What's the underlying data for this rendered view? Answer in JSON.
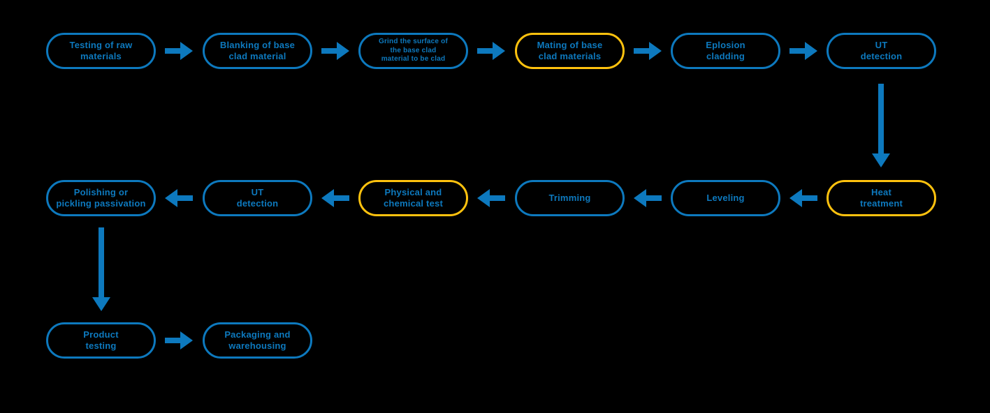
{
  "diagram": {
    "type": "flowchart",
    "background_color": "#000000",
    "colors": {
      "blue": "#0d79be",
      "yellow": "#ffc20e"
    },
    "nodes": [
      {
        "id": 0,
        "label": "Testing of raw\nmaterials",
        "accent": "blue"
      },
      {
        "id": 1,
        "label": "Blanking of base\nclad material",
        "accent": "blue"
      },
      {
        "id": 2,
        "label": "Grind the surface of\nthe base clad\nmaterial to be clad",
        "accent": "blue"
      },
      {
        "id": 3,
        "label": "Mating of base\nclad materials",
        "accent": "yellow"
      },
      {
        "id": 4,
        "label": "Eplosion\ncladding",
        "accent": "blue"
      },
      {
        "id": 5,
        "label": "UT\ndetection",
        "accent": "blue"
      },
      {
        "id": 6,
        "label": "Heat\ntreatment",
        "accent": "yellow"
      },
      {
        "id": 7,
        "label": "Leveling",
        "accent": "blue"
      },
      {
        "id": 8,
        "label": "Trimming",
        "accent": "blue"
      },
      {
        "id": 9,
        "label": "Physical and\nchemical test",
        "accent": "yellow"
      },
      {
        "id": 10,
        "label": "UT\ndetection",
        "accent": "blue"
      },
      {
        "id": 11,
        "label": "Polishing or\npickling passivation",
        "accent": "blue"
      },
      {
        "id": 12,
        "label": "Product\ntesting",
        "accent": "blue"
      },
      {
        "id": 13,
        "label": "Packaging and\nwarehousing",
        "accent": "blue"
      }
    ],
    "edges": [
      {
        "from": 0,
        "to": 1,
        "direction": "right"
      },
      {
        "from": 1,
        "to": 2,
        "direction": "right"
      },
      {
        "from": 2,
        "to": 3,
        "direction": "right"
      },
      {
        "from": 3,
        "to": 4,
        "direction": "right"
      },
      {
        "from": 4,
        "to": 5,
        "direction": "right"
      },
      {
        "from": 5,
        "to": 6,
        "direction": "down"
      },
      {
        "from": 6,
        "to": 7,
        "direction": "left"
      },
      {
        "from": 7,
        "to": 8,
        "direction": "left"
      },
      {
        "from": 8,
        "to": 9,
        "direction": "left"
      },
      {
        "from": 9,
        "to": 10,
        "direction": "left"
      },
      {
        "from": 10,
        "to": 11,
        "direction": "left"
      },
      {
        "from": 11,
        "to": 12,
        "direction": "down"
      },
      {
        "from": 12,
        "to": 13,
        "direction": "right"
      }
    ]
  }
}
